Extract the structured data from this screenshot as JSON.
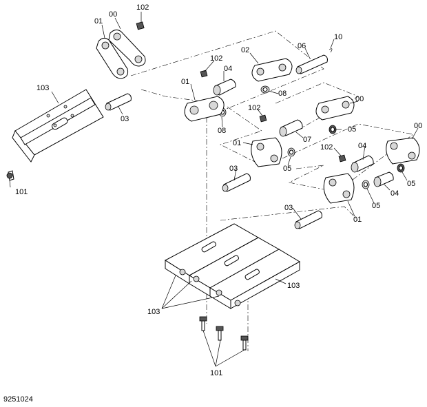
{
  "figure_id": "9251024",
  "labels": {
    "l00a": "00",
    "l01a": "01",
    "l102a": "102",
    "l103a": "103",
    "l101a": "101",
    "l03a": "03",
    "l102b": "102",
    "l04a": "04",
    "l01b": "01",
    "l02": "02",
    "l06": "06",
    "l10": "10",
    "l08a": "08",
    "l08b": "08",
    "l102c": "102",
    "l00b": "00",
    "l05a": "05",
    "l07": "07",
    "l01c": "01",
    "l03b": "03",
    "l05b": "05",
    "l102d": "102",
    "l04b": "04",
    "l00c": "00",
    "l05c": "05",
    "l04c": "04",
    "l05d": "05",
    "l03c": "03",
    "l01d": "01",
    "l103b": "103",
    "l103c": "103",
    "l101b": "101"
  }
}
